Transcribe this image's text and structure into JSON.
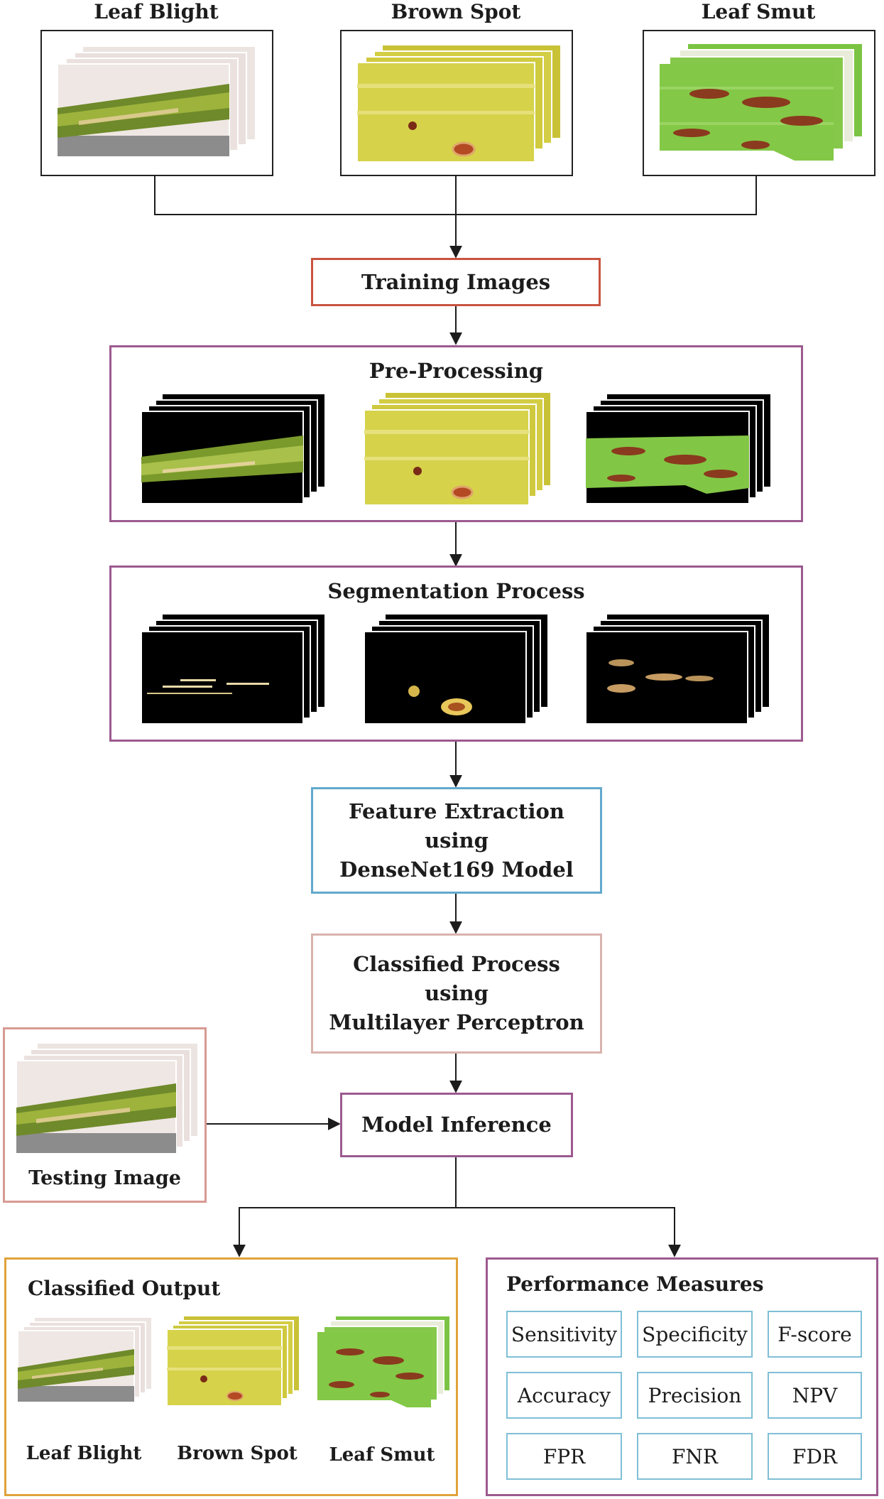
{
  "dataset": {
    "classes": [
      "Leaf Blight",
      "Brown Spot",
      "Leaf Smut"
    ]
  },
  "training_images": "Training Images",
  "pre_processing": "Pre-Processing",
  "segmentation": "Segmentation Process",
  "feature_extraction": {
    "line1": "Feature Extraction",
    "line2": "using",
    "line3": "DenseNet169 Model"
  },
  "classified_process": {
    "line1": "Classified Process",
    "line2": "using",
    "line3": "Multilayer Perceptron"
  },
  "testing_image": "Testing Image",
  "model_inference": "Model Inference",
  "classified_output": {
    "title": "Classified Output",
    "labels": [
      "Leaf Blight",
      "Brown Spot",
      "Leaf Smut"
    ]
  },
  "performance_measures": {
    "title": "Performance Measures",
    "metrics": [
      "Sensitivity",
      "Specificity",
      "F-score",
      "Accuracy",
      "Precision",
      "NPV",
      "FPR",
      "FNR",
      "FDR"
    ]
  },
  "colors": {
    "training_border": "#c8533f",
    "process_border": "#9c5a8f",
    "feature_border": "#62a9cc",
    "classified_border": "#d9b3ad",
    "output_border": "#e0a33a",
    "metric_border": "#7fbfd6"
  }
}
